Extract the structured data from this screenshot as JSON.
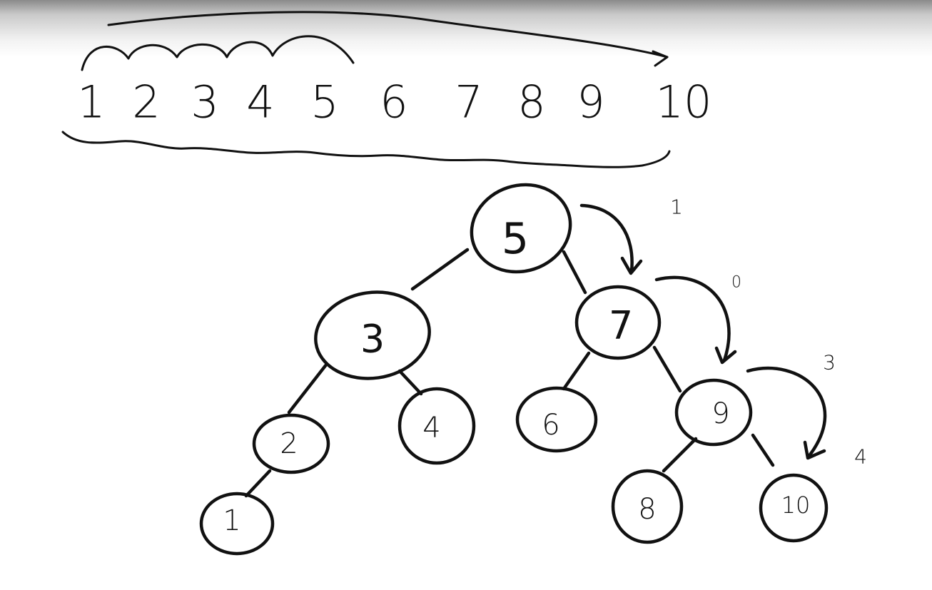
{
  "sequence": [
    "1",
    "2",
    "3",
    "4",
    "5",
    "6",
    "7",
    "8",
    "9",
    "10"
  ],
  "tree": {
    "root": "5",
    "level1": [
      "3",
      "7"
    ],
    "level2": [
      "2",
      "4",
      "6",
      "9"
    ],
    "level3": [
      "1",
      "8",
      "10"
    ]
  },
  "path_steps": [
    "1",
    "0",
    "3",
    "4"
  ],
  "colors": {
    "ink": "#111111",
    "background": "#ffffff"
  }
}
